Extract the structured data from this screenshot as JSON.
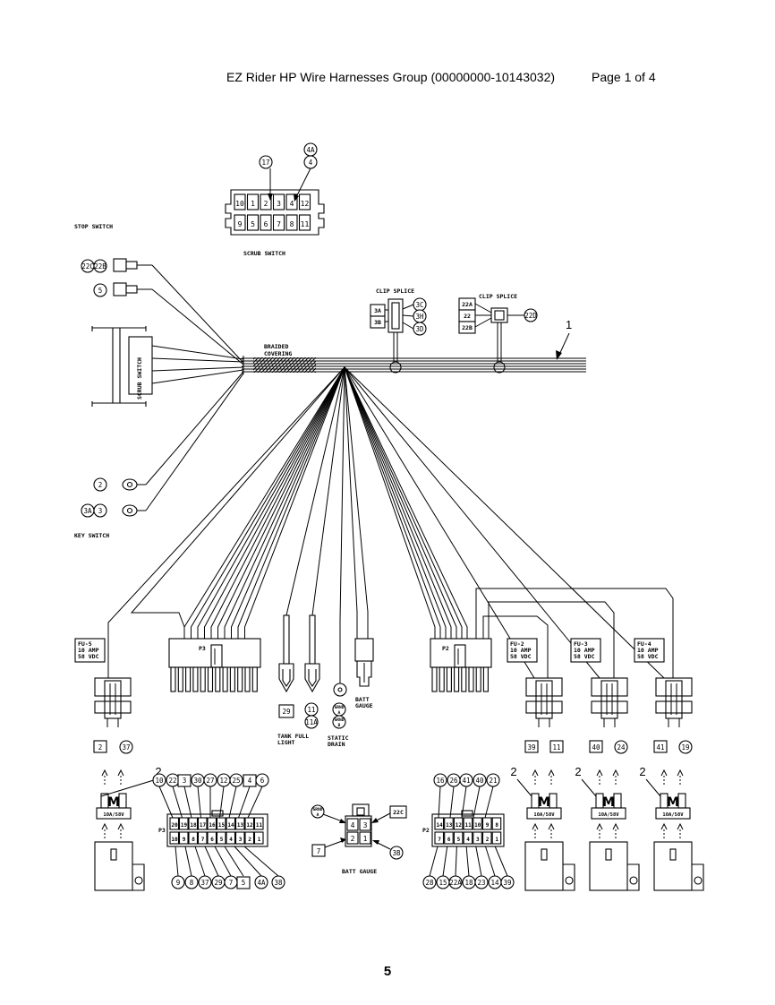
{
  "header": {
    "title": "EZ Rider HP Wire Harnesses Group (00000000-10143032)",
    "page": "Page 1 of 4"
  },
  "labels": {
    "stop_switch": "STOP SWITCH",
    "scrub_switch": "SCRUB SWITCH",
    "scrub_switch_body": "SCRUB SWITCH",
    "key_switch": "KEY SWITCH",
    "braided_1": "BRAIDED",
    "braided_2": "COVERING",
    "clip_splice_1": "CLIP SPLICE",
    "clip_splice_2": "CLIP SPLICE",
    "p3": "P3",
    "p2": "P2",
    "p3_small": "P3",
    "p2_small": "P2",
    "batt_gauge_1": "BATT",
    "batt_gauge_2": "GAUGE",
    "batt_gauge_bottom": "BATT GAUGE",
    "tank_1": "TANK FULL",
    "tank_2": "LIGHT",
    "static_1": "STATIC",
    "static_2": "DRAIN",
    "fu5": [
      "FU-5",
      "10 AMP",
      "58 VDC"
    ],
    "fu2": [
      "FU-2",
      "10 AMP",
      "58 VDC"
    ],
    "fu3": [
      "FU-3",
      "10 AMP",
      "58 VDC"
    ],
    "fu4": [
      "FU-4",
      "10 AMP",
      "58 VDC"
    ],
    "fuse_rating": "10A/58V",
    "callout_1": "1",
    "callout_2": "2",
    "grnd": "GRND",
    "grnd_a": "A",
    "grnd_b": "B"
  },
  "circles": {
    "scrub_top": [
      "17",
      "4A",
      "4"
    ],
    "stop": [
      "22C",
      "22B",
      "5"
    ],
    "key": [
      "2",
      "3A",
      "3"
    ],
    "clip1": [
      "3C",
      "3H",
      "3D"
    ],
    "clip2": [
      "22D"
    ],
    "tank": [
      "11",
      "11A"
    ],
    "p3_top": [
      "10",
      "22",
      "3",
      "30",
      "27",
      "12",
      "25",
      "4",
      "6"
    ],
    "p3_bottom": [
      "9",
      "8",
      "37",
      "29",
      "7",
      "5",
      "4A",
      "38"
    ],
    "p2_top": [
      "16",
      "26",
      "41",
      "40",
      "21"
    ],
    "p2_bottom": [
      "28",
      "15",
      "22A",
      "18",
      "23",
      "14",
      "39"
    ],
    "fuse_wires": [
      "37",
      "11",
      "24",
      "19"
    ],
    "batt_gauge_right": [
      "3B"
    ]
  },
  "boxes": {
    "clip1": [
      "3A",
      "3B"
    ],
    "clip2": [
      "22A",
      "22",
      "22B"
    ],
    "tank": [
      "29"
    ],
    "fuse_wires": [
      "2",
      "39",
      "40",
      "41"
    ],
    "p3_top": [
      "3",
      "4"
    ],
    "batt_gauge": [
      "22C",
      "7"
    ]
  },
  "scrub_connector": {
    "top_pins": [
      "10",
      "1",
      "2",
      "3",
      "4",
      "12"
    ],
    "bottom_pins": [
      "9",
      "5",
      "6",
      "7",
      "8",
      "11"
    ]
  },
  "p3_pins": {
    "top": [
      "20",
      "19",
      "18",
      "17",
      "16",
      "15",
      "14",
      "13",
      "12",
      "11"
    ],
    "bottom": [
      "10",
      "9",
      "8",
      "7",
      "6",
      "5",
      "4",
      "3",
      "2",
      "1"
    ]
  },
  "p2_pins": {
    "top": [
      "14",
      "13",
      "12",
      "11",
      "10",
      "9",
      "8"
    ],
    "bottom": [
      "7",
      "6",
      "5",
      "4",
      "3",
      "2",
      "1"
    ]
  },
  "batt_gauge_pins": [
    "4",
    "3",
    "2",
    "1"
  ],
  "page_number": "5"
}
